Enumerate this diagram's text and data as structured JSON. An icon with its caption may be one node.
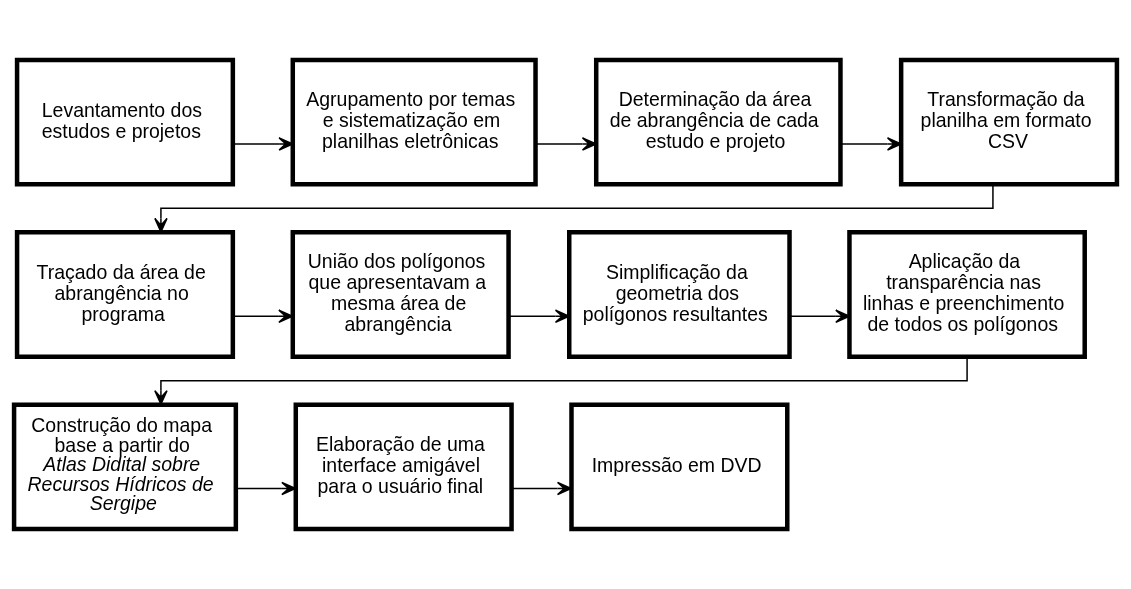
{
  "diagram": {
    "nodes": [
      {
        "text": [
          "Levantamento dos estudos e projetos"
        ]
      },
      {
        "text": [
          "Agrupamento por temas e sistematização em planilhas eletrônicas"
        ]
      },
      {
        "text": [
          "Determinação da área de abrangência de cada estudo e projeto"
        ]
      },
      {
        "text": [
          "Transformação da planilha em formato CSV"
        ]
      },
      {
        "text": [
          "Traçado da área de abrangência no programa"
        ]
      },
      {
        "text": [
          "União dos polígonos que apresentavam a mesma área de abrangência"
        ]
      },
      {
        "text": [
          "Simplificação da geometria dos polígonos resultantes"
        ]
      },
      {
        "text": [
          "Aplicação da transparência nas linhas e preenchimento de todos os polígonos"
        ]
      },
      {
        "text": [
          "Construção do mapa base a partir do *Atlas Didital sobre Recursos Hídricos de Sergipe*"
        ]
      },
      {
        "text": [
          "Elaboração de uma interface amigável para o usuário final"
        ]
      },
      {
        "text": [
          "Impressão em DVD"
        ]
      }
    ],
    "edges": [
      {
        "from": 0,
        "to": 1,
        "arrow": "to"
      },
      {
        "from": 1,
        "to": 2,
        "arrow": "to"
      },
      {
        "from": 2,
        "to": 3,
        "arrow": "to"
      },
      {
        "from": 3,
        "to": 4,
        "arrow": "to"
      },
      {
        "from": 4,
        "to": 5,
        "arrow": "to"
      },
      {
        "from": 5,
        "to": 6,
        "arrow": "to"
      },
      {
        "from": 6,
        "to": 7,
        "arrow": "to"
      },
      {
        "from": 7,
        "to": 8,
        "arrow": "to"
      },
      {
        "from": 8,
        "to": 9,
        "arrow": "to"
      },
      {
        "from": 9,
        "to": 10,
        "arrow": "to"
      }
    ]
  }
}
